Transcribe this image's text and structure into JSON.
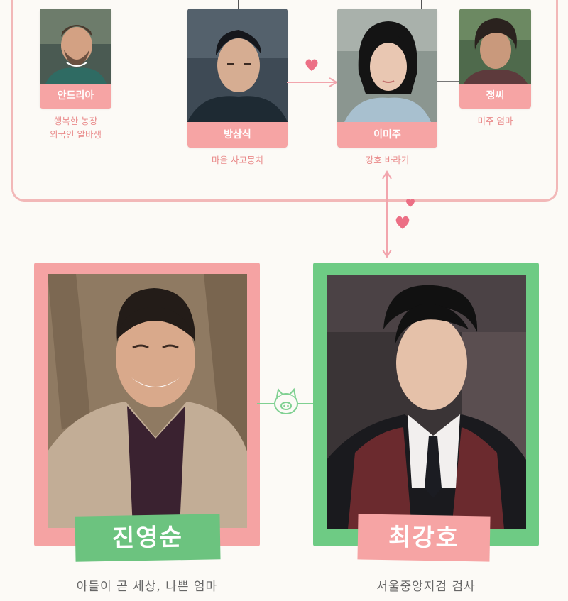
{
  "top_cast": [
    {
      "name": "안드리아",
      "desc_lines": [
        "행복한 농장",
        "외국인 알바생"
      ]
    },
    {
      "name": "방삼식",
      "desc_lines": [
        "마을 사고뭉치"
      ]
    },
    {
      "name": "이미주",
      "desc_lines": [
        "강호 바라기"
      ]
    },
    {
      "name": "정씨",
      "desc_lines": [
        "미주 엄마"
      ]
    }
  ],
  "main_cast": [
    {
      "name": "진영순",
      "desc": "아들이 곧 세상, 나쁜 엄마"
    },
    {
      "name": "최강호",
      "desc": "서울중앙지검 검사"
    }
  ],
  "colors": {
    "pink": "#f6a4a4",
    "pink_frame": "#f5a3a3",
    "green": "#6cc37f",
    "green_frame": "#6ecb84",
    "desc_pink": "#e98a8a",
    "background": "#fcfaf6"
  },
  "icons": [
    "heart-icon",
    "pig-icon",
    "double-arrow-icon"
  ]
}
